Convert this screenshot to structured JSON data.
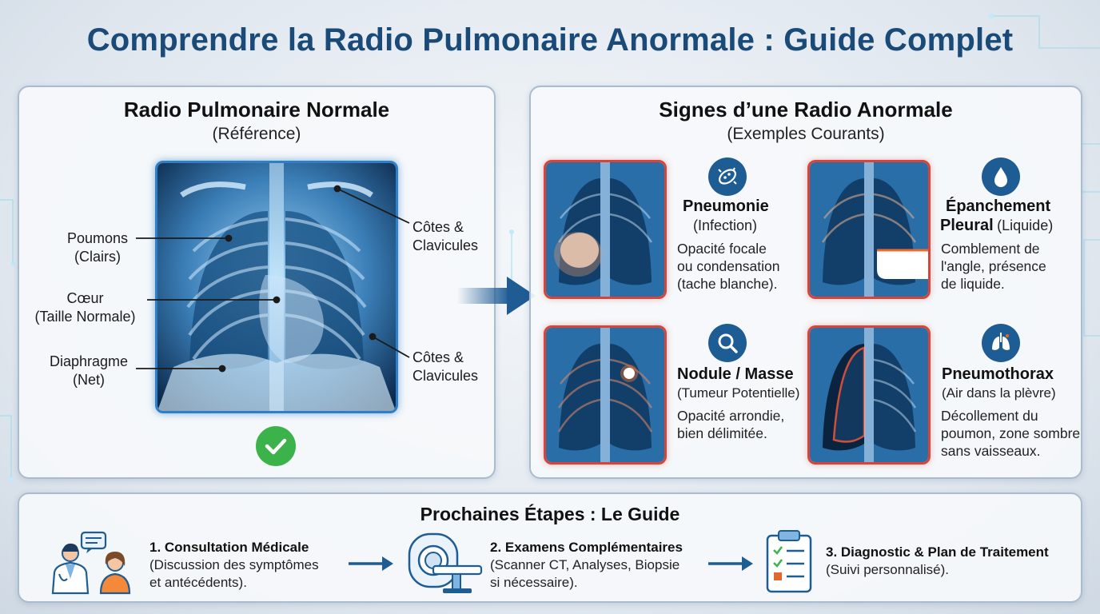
{
  "title": "Comprendre la Radio Pulmonaire Anormale : Guide Complet",
  "normal": {
    "title": "Radio Pulmonaire Normale",
    "subtitle": "(Référence)",
    "labels": {
      "lungs": [
        "Poumons",
        "(Clairs)"
      ],
      "heart": [
        "Cœur",
        "(Taille Normale)"
      ],
      "diaphragm": [
        "Diaphragme",
        "(Net)"
      ],
      "ribs_top": [
        "Côtes &",
        "Clavicules"
      ],
      "ribs_bottom": [
        "Côtes &",
        "Clavicules"
      ]
    }
  },
  "abnormal": {
    "title": "Signes d’une Radio Anormale",
    "subtitle": "(Exemples Courants)",
    "conditions": [
      {
        "name": "Pneumonie",
        "sub": "(Infection)",
        "desc": [
          "Opacité focale",
          "ou condensation",
          "(tache blanche)."
        ],
        "icon": "bacteria-icon"
      },
      {
        "name_line1": "Épanchement",
        "name_line2": "Pleural",
        "sub": "(Liquide)",
        "desc": [
          "Comblement de",
          "l'angle, présence",
          "de liquide."
        ],
        "icon": "droplet-icon"
      },
      {
        "name": "Nodule / Masse",
        "sub": "(Tumeur Potentielle)",
        "desc": [
          "Opacité arrondie,",
          "bien délimitée."
        ],
        "icon": "magnifier-icon"
      },
      {
        "name": "Pneumothorax",
        "sub": "(Air dans la plèvre)",
        "desc": [
          "Décollement du",
          "poumon, zone sombre",
          "sans vaisseaux."
        ],
        "icon": "lungs-icon"
      }
    ]
  },
  "steps": {
    "title": "Prochaines Étapes : Le Guide",
    "items": [
      {
        "title": "1. Consultation Médicale",
        "desc": [
          "(Discussion des symptômes",
          "et antécédents)."
        ],
        "icon": "doctor-patient-icon"
      },
      {
        "title": "2. Examens Complémentaires",
        "desc": [
          "(Scanner CT, Analyses, Biopsie",
          "si nécessaire)."
        ],
        "icon": "ct-scanner-icon"
      },
      {
        "title": "3. Diagnostic & Plan de Traitement",
        "desc": [
          "(Suivi personnalisé)."
        ],
        "icon": "clipboard-icon"
      }
    ]
  },
  "colors": {
    "accent": "#1a4a78",
    "xray_frame": "#2e7fc8",
    "abnormal_frame": "#d9443a",
    "check": "#3cb34a"
  }
}
